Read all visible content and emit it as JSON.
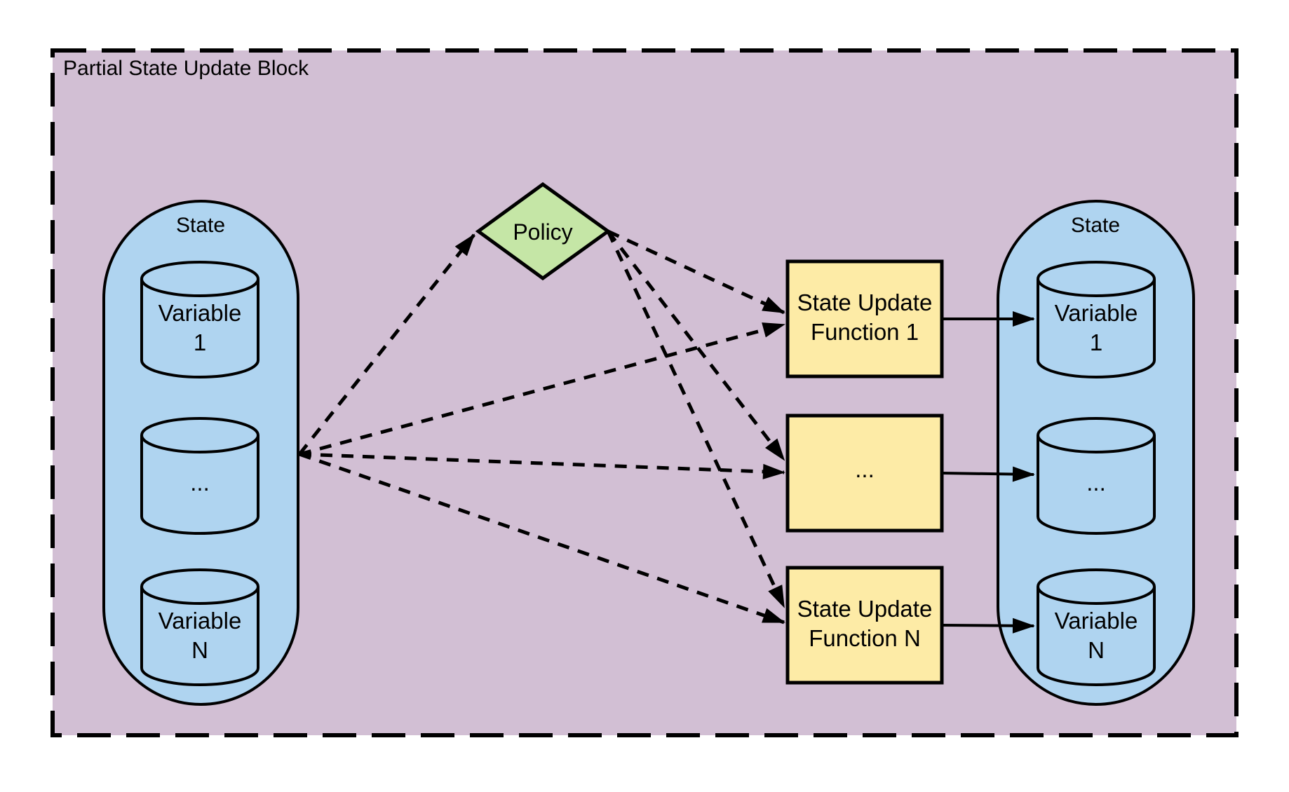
{
  "title": "Partial State Update Block",
  "colors": {
    "canvas_background": "#FFFFFF",
    "block_fill": "#D2BFD4",
    "state_fill": "#AFD4F0",
    "policy_fill": "#C5E6A6",
    "function_fill": "#FDEBA6",
    "stroke": "#000000"
  },
  "left_state": {
    "label": "State",
    "variables": [
      {
        "line1": "Variable",
        "line2": "1"
      },
      {
        "line1": "...",
        "line2": ""
      },
      {
        "line1": "Variable",
        "line2": "N"
      }
    ]
  },
  "policy": {
    "label": "Policy"
  },
  "functions": [
    {
      "line1": "State Update",
      "line2": "Function 1"
    },
    {
      "line1": "...",
      "line2": ""
    },
    {
      "line1": "State Update",
      "line2": "Function N"
    }
  ],
  "right_state": {
    "label": "State",
    "variables": [
      {
        "line1": "Variable",
        "line2": "1"
      },
      {
        "line1": "...",
        "line2": ""
      },
      {
        "line1": "Variable",
        "line2": "N"
      }
    ]
  }
}
